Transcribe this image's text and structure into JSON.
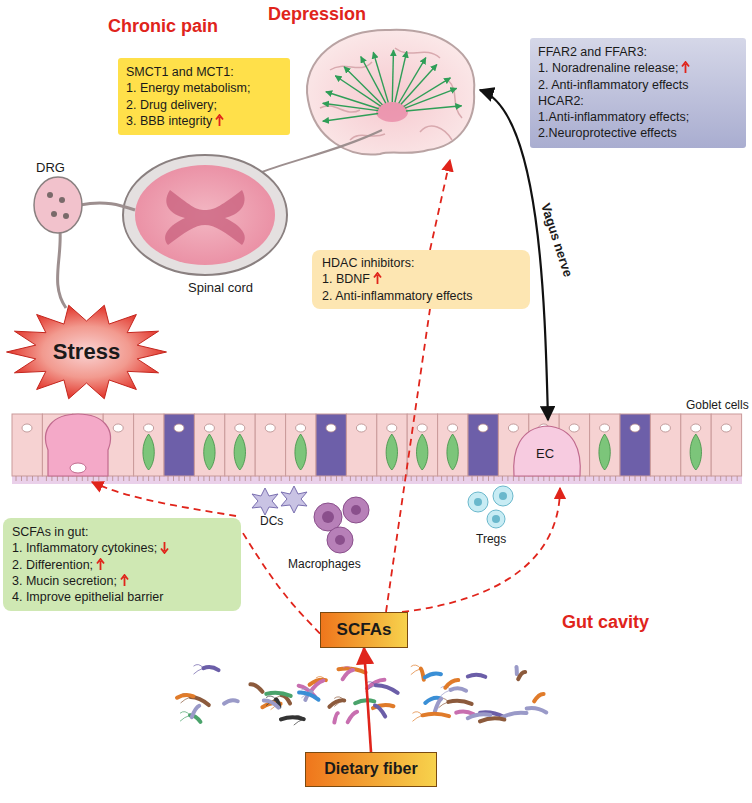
{
  "diagram": {
    "nodes": [
      {
        "text": [
          "SMCT1 and MCT1:",
          "1. Energy metabolism;",
          "2. Drug delivery;",
          "3. BBB integrity"
        ]
      },
      {
        "text": [
          "FFAR2 and FFAR3:",
          "1. Noradrenaline release;",
          "2. Anti-inflammatory effects",
          "HCAR2:",
          "1.Anti-inflammatory effects;",
          "2.Neuroprotective effects"
        ]
      },
      {
        "text": [
          "HDAC inhibitors:",
          "1. BDNF",
          "2. Anti-inflammatory effects"
        ]
      },
      {
        "text": [
          "Stress"
        ]
      },
      {
        "text": [
          "SCFAs in gut:",
          "1. Inflammatory cytokines;",
          "2. Differention;",
          "3. Mucin secretion;",
          "4. Improve epithelial barrier"
        ]
      },
      {
        "text": [
          "SCFAs"
        ]
      },
      {
        "text": [
          "Dietary fiber"
        ]
      }
    ],
    "edges": [
      {
        "from": 6,
        "to": 5,
        "arrow": "to"
      },
      {
        "from": 5,
        "to": 2,
        "arrow": "none"
      },
      {
        "from": 5,
        "to": 4,
        "arrow": "none"
      }
    ],
    "labels": [
      "Chronic pain",
      "Depression",
      "DRG",
      "Spinal cord",
      "Vagus nerve",
      "Goblet cells",
      "EC",
      "DCs",
      "Macrophages",
      "Tregs",
      "Gut cavity"
    ]
  }
}
